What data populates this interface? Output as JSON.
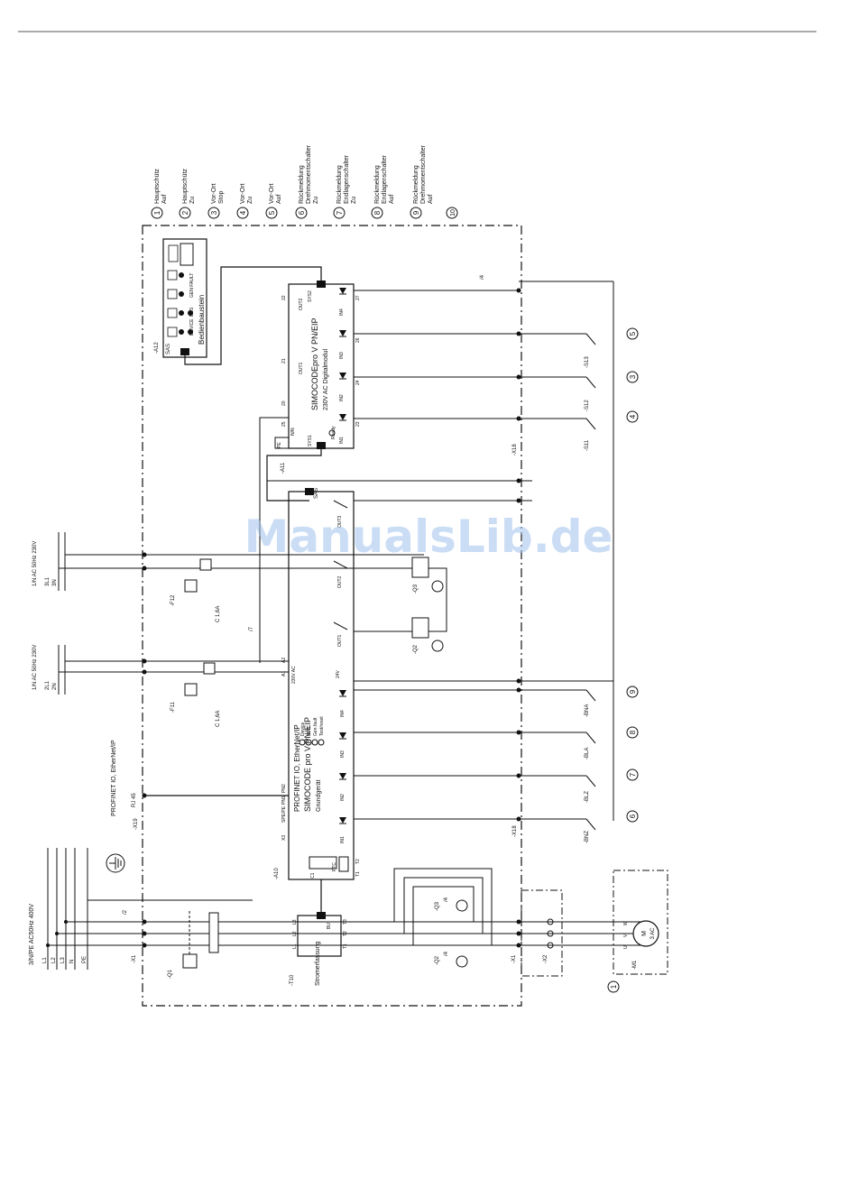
{
  "watermark": "ManualsLib.de",
  "signals": {
    "s1": {
      "num": "1",
      "line1": "Hauptschütz",
      "line2": "Auf"
    },
    "s2": {
      "num": "2",
      "line1": "Hauptschütz",
      "line2": "Zu"
    },
    "s3": {
      "num": "3",
      "line1": "Vor-Ort",
      "line2": "Stop"
    },
    "s4": {
      "num": "4",
      "line1": "Vor-Ort",
      "line2": "Zu"
    },
    "s5": {
      "num": "5",
      "line1": "Vor-Ort",
      "line2": "Auf"
    },
    "s6": {
      "num": "6",
      "line1": "Rückmeldung",
      "line2": "Drehmomentschalter",
      "line3": "Zu"
    },
    "s7": {
      "num": "7",
      "line1": "Rückmeldung",
      "line2": "Endlagenschalter",
      "line3": "Zu"
    },
    "s8": {
      "num": "8",
      "line1": "Rückmeldung",
      "line2": "Endlagenschalter",
      "line3": "Auf"
    },
    "s9": {
      "num": "9",
      "line1": "Rückmeldung",
      "line2": "Drehmomentschalter",
      "line3": "Auf"
    },
    "s10": {
      "num": "10"
    }
  },
  "panel": {
    "ref": "-A12",
    "title": "Bedienbaustein",
    "sas": "SAS",
    "leds": [
      "DEVICE",
      "BUS",
      "GEN FAULT"
    ]
  },
  "digital_module": {
    "ref": "-A11",
    "title_line1": "SIMOCODEpro V PN/EIP",
    "title_line2": "230V AC Digitalmodul",
    "ready": "Ready",
    "sys2": "SYS2",
    "sys1": "SYS1",
    "pe": "PE",
    "nn": "N/N",
    "out_labels": [
      "OUT2",
      "OUT1"
    ],
    "in_labels": [
      "IN4",
      "IN3",
      "IN2",
      "IN1"
    ],
    "terminals": [
      "27",
      "26",
      "24",
      "23",
      "22",
      "21",
      "20",
      "25"
    ]
  },
  "base_unit": {
    "ref": "-A10",
    "title_line1": "PROFINET IO, EtherNet/IP",
    "title_line2": "SIMOCODE pro V PN/EIP",
    "title_line3": "Grundgerät",
    "leds": [
      "Device",
      "BUS",
      "Gen.fault",
      "Test/reset"
    ],
    "supply": "230V AC",
    "a1": "A1",
    "a2": "A2",
    "sas": "SAS",
    "x3": "X3",
    "spe_pe": "SPE/PE",
    "pn1": "PN1",
    "pn2": "PN2",
    "ptc": "PTC",
    "t1": "T1",
    "t2": "T2",
    "c1": "C1",
    "plus24v": "24V",
    "out_labels": [
      "OUT3",
      "OUT2",
      "OUT1"
    ],
    "in_labels": [
      "IN4",
      "IN3",
      "IN2",
      "IN1"
    ]
  },
  "strom": {
    "ref": "-T10",
    "title": "Stromerfassung",
    "bu": "BU",
    "terms_in": [
      "L3",
      "L2",
      "L1"
    ],
    "terms_out": [
      "T3",
      "T2",
      "T1"
    ]
  },
  "supplies": {
    "main": "3/N/PE AC50Hz 400V",
    "main_lines": [
      "L1",
      "L2",
      "L3",
      "N",
      "PE"
    ],
    "aux1": "1/N AC 50Hz 230V",
    "aux1_lines": [
      "2L1",
      "2N"
    ],
    "aux2": "1/N AC 50Hz 230V",
    "aux2_lines": [
      "3L1",
      "3N"
    ],
    "profinet": "PROFINET IO, EtherNet/IP",
    "rj45": "RJ 45"
  },
  "devices": {
    "q1": "-Q1",
    "f11": "-F11",
    "f11_rating": "C 1,6A",
    "f12": "-F12",
    "f12_rating": "C 1,6A",
    "q2": "-Q2",
    "q3": "-Q3",
    "m1": "-M1",
    "motor_m": "M",
    "motor_ac": "3 AC",
    "x1": "-X1",
    "x2": "-X2",
    "x18": "-X18",
    "x19": "-X19",
    "s11": "-S11",
    "s12": "-S12",
    "s13": "-S13",
    "bnz": "-BNZ",
    "blz": "-BLZ",
    "bla": "-BLA",
    "bna": "-BNA",
    "q_refs": [
      "/4",
      "/4"
    ],
    "ref_l7": "/7",
    "ref_l2": "/2",
    "ref_l4": "/4",
    "motor_terms": [
      "U",
      "V",
      "W"
    ]
  }
}
